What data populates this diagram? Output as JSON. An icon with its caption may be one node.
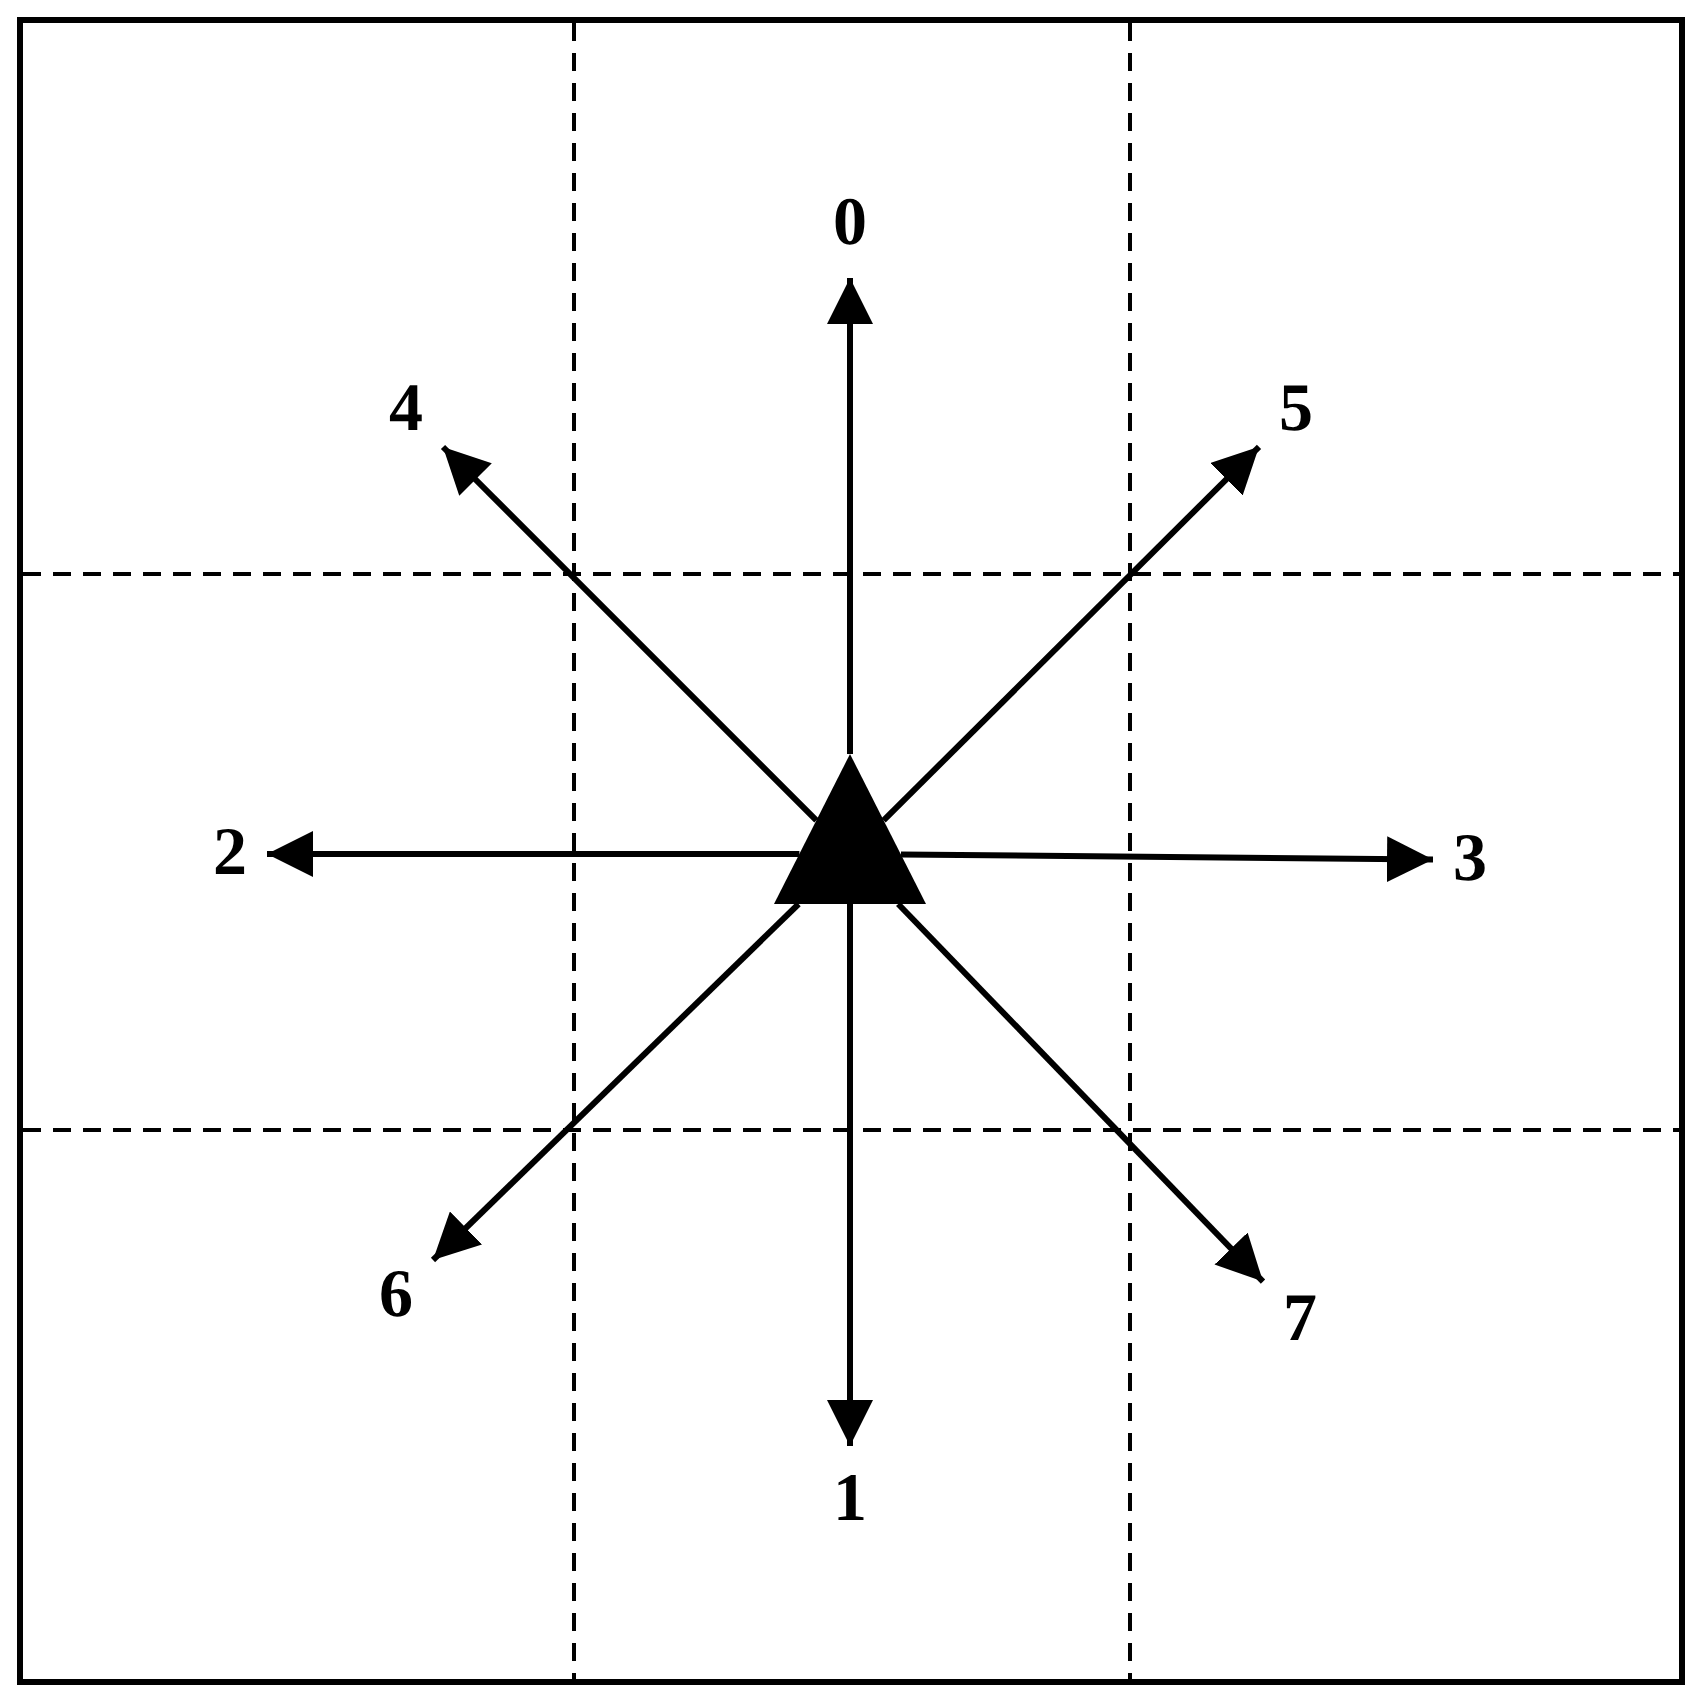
{
  "diagram": {
    "nodes": [
      {
        "text": [
          "0"
        ]
      },
      {
        "text": [
          "4"
        ]
      },
      {
        "text": [
          "5"
        ]
      },
      {
        "text": [
          "2"
        ]
      },
      {
        "text": [],
        "shape": "triangle"
      },
      {
        "text": [
          "3"
        ]
      },
      {
        "text": [
          "6"
        ]
      },
      {
        "text": [
          "7"
        ]
      },
      {
        "text": [
          "1"
        ]
      }
    ],
    "edges": [
      {
        "from": 4,
        "to": 0,
        "arrow": "to"
      },
      {
        "from": 4,
        "to": 8,
        "arrow": "to"
      },
      {
        "from": 4,
        "to": 3,
        "arrow": "to"
      },
      {
        "from": 4,
        "to": 5,
        "arrow": "to"
      },
      {
        "from": 4,
        "to": 1,
        "arrow": "to"
      },
      {
        "from": 4,
        "to": 2,
        "arrow": "to"
      },
      {
        "from": 4,
        "to": 6,
        "arrow": "to"
      },
      {
        "from": 4,
        "to": 7,
        "arrow": "to"
      }
    ]
  }
}
